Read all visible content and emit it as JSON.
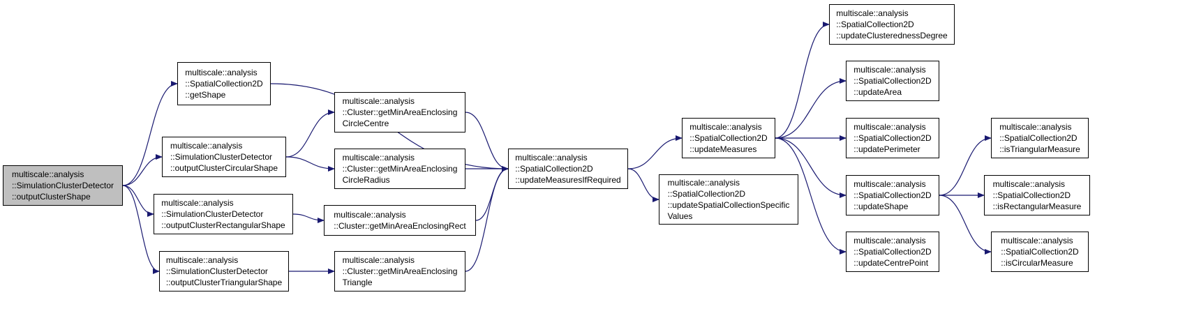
{
  "diagram": {
    "edge_color": "#191970",
    "root_fill": "#bfbfbf",
    "nodes": [
      {
        "id": "root",
        "lines": [
          "multiscale::analysis",
          "::SimulationClusterDetector",
          "::outputClusterShape"
        ],
        "root": true
      },
      {
        "id": "getShape",
        "lines": [
          "multiscale::analysis",
          "::SpatialCollection2D",
          "::getShape"
        ]
      },
      {
        "id": "circShape",
        "lines": [
          "multiscale::analysis",
          "::SimulationClusterDetector",
          "::outputClusterCircularShape"
        ]
      },
      {
        "id": "rectShape",
        "lines": [
          "multiscale::analysis",
          "::SimulationClusterDetector",
          "::outputClusterRectangularShape"
        ]
      },
      {
        "id": "triShape",
        "lines": [
          "multiscale::analysis",
          "::SimulationClusterDetector",
          "::outputClusterTriangularShape"
        ]
      },
      {
        "id": "circCentre",
        "lines": [
          "multiscale::analysis",
          "::Cluster::getMinAreaEnclosing",
          "CircleCentre"
        ]
      },
      {
        "id": "circRadius",
        "lines": [
          "multiscale::analysis",
          "::Cluster::getMinAreaEnclosing",
          "CircleRadius"
        ]
      },
      {
        "id": "rect",
        "lines": [
          "multiscale::analysis",
          "::Cluster::getMinAreaEnclosingRect"
        ]
      },
      {
        "id": "tri",
        "lines": [
          "multiscale::analysis",
          "::Cluster::getMinAreaEnclosing",
          "Triangle"
        ]
      },
      {
        "id": "updIfReq",
        "lines": [
          "multiscale::analysis",
          "::SpatialCollection2D",
          "::updateMeasuresIfRequired"
        ]
      },
      {
        "id": "updMeasures",
        "lines": [
          "multiscale::analysis",
          "::SpatialCollection2D",
          "::updateMeasures"
        ]
      },
      {
        "id": "updSpecific",
        "lines": [
          "multiscale::analysis",
          "::SpatialCollection2D",
          "::updateSpatialCollectionSpecific",
          "Values"
        ]
      },
      {
        "id": "updClust",
        "lines": [
          "multiscale::analysis",
          "::SpatialCollection2D",
          "::updateClusterednessDegree"
        ]
      },
      {
        "id": "updArea",
        "lines": [
          "multiscale::analysis",
          "::SpatialCollection2D",
          "::updateArea"
        ]
      },
      {
        "id": "updPerim",
        "lines": [
          "multiscale::analysis",
          "::SpatialCollection2D",
          "::updatePerimeter"
        ]
      },
      {
        "id": "updShape",
        "lines": [
          "multiscale::analysis",
          "::SpatialCollection2D",
          "::updateShape"
        ]
      },
      {
        "id": "updCentre",
        "lines": [
          "multiscale::analysis",
          "::SpatialCollection2D",
          "::updateCentrePoint"
        ]
      },
      {
        "id": "isTri",
        "lines": [
          "multiscale::analysis",
          "::SpatialCollection2D",
          "::isTriangularMeasure"
        ]
      },
      {
        "id": "isRect",
        "lines": [
          "multiscale::analysis",
          "::SpatialCollection2D",
          "::isRectangularMeasure"
        ]
      },
      {
        "id": "isCirc",
        "lines": [
          "multiscale::analysis",
          "::SpatialCollection2D",
          "::isCircularMeasure"
        ]
      }
    ],
    "edges": [
      [
        "root",
        "getShape"
      ],
      [
        "root",
        "circShape"
      ],
      [
        "root",
        "rectShape"
      ],
      [
        "root",
        "triShape"
      ],
      [
        "getShape",
        "updIfReq"
      ],
      [
        "circShape",
        "circCentre"
      ],
      [
        "circShape",
        "circRadius"
      ],
      [
        "rectShape",
        "rect"
      ],
      [
        "triShape",
        "tri"
      ],
      [
        "circCentre",
        "updIfReq"
      ],
      [
        "circRadius",
        "updIfReq"
      ],
      [
        "rect",
        "updIfReq"
      ],
      [
        "tri",
        "updIfReq"
      ],
      [
        "updIfReq",
        "updMeasures"
      ],
      [
        "updIfReq",
        "updSpecific"
      ],
      [
        "updMeasures",
        "updClust"
      ],
      [
        "updMeasures",
        "updArea"
      ],
      [
        "updMeasures",
        "updPerim"
      ],
      [
        "updMeasures",
        "updShape"
      ],
      [
        "updMeasures",
        "updCentre"
      ],
      [
        "updShape",
        "isTri"
      ],
      [
        "updShape",
        "isRect"
      ],
      [
        "updShape",
        "isCirc"
      ]
    ]
  }
}
